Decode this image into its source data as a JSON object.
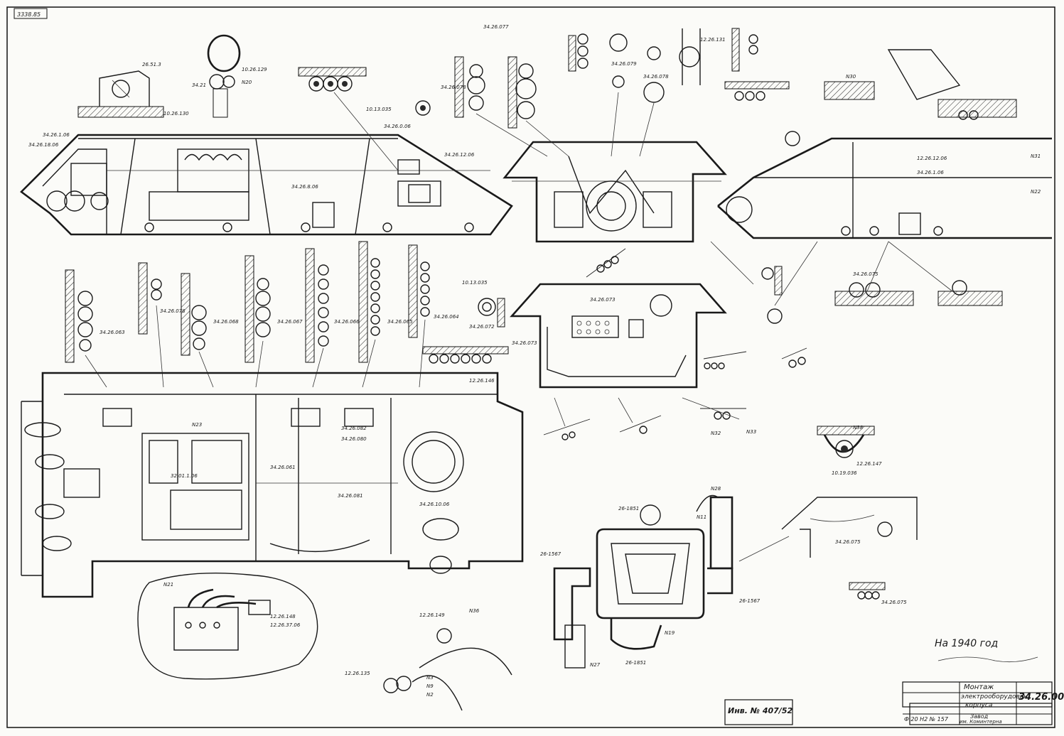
{
  "sheet_code": "3338.85",
  "drawing_number": "34.26.00",
  "title_lines": [
    "Монтаж",
    "электрооборудован",
    "корпуса"
  ],
  "plant_lines": [
    "Завод",
    "им. Коминтерна"
  ],
  "inventory_label": "Инв. № 407/52",
  "note_label": "Ф.20 Н2 № 157",
  "annotation": "На 1940 год",
  "labels": {
    "hull_top": [
      "34.26.1.06",
      "34.26.18.06",
      "34.26.8.06",
      "34.26.0.06",
      "34.26.12.06",
      "26.51.3",
      "10.26.129",
      "10.26.130",
      "34.21",
      "N20"
    ],
    "turret": [
      "34.26.077",
      "34.26.079",
      "34.26.078",
      "12.26.131",
      "10.13.035",
      "34.26.1.06",
      "12.26.12.06",
      "N31",
      "N22",
      "N30",
      "N36"
    ],
    "mid_row": [
      "34.26.063",
      "34.26.078",
      "34.26.068",
      "34.26.067",
      "34.26.066",
      "34.26.065",
      "34.26.064",
      "34.26.072",
      "34.26.073",
      "10.13.035",
      "12.26.146"
    ],
    "lower": [
      "34.26.080",
      "34.26.081",
      "34.26.082",
      "34.26.061",
      "34.26.10.06",
      "32.01.1.06",
      "N23",
      "N21",
      "12.26.148",
      "12.26.37.06"
    ],
    "right": [
      "26-1851",
      "26-1567",
      "N28",
      "N19",
      "N27",
      "N11",
      "34.26.075",
      "12.26.147",
      "10.19.036",
      "N33",
      "N32",
      "N38"
    ],
    "bottom": [
      "12.26.149",
      "12.26.135",
      "N36",
      "N3",
      "N9",
      "N2"
    ]
  }
}
